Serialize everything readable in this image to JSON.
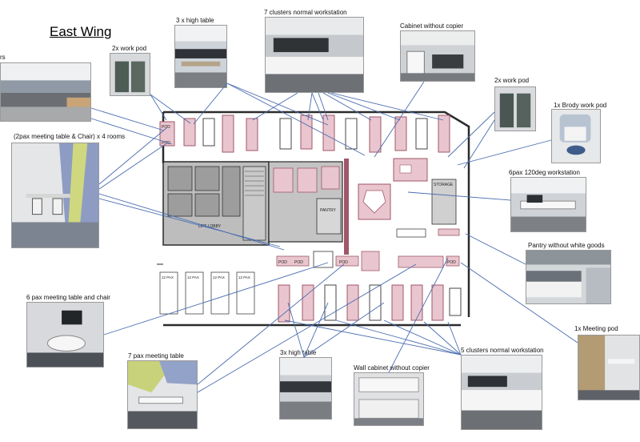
{
  "page": {
    "title": "East Wing"
  },
  "colors": {
    "leader": "#4a6db0",
    "highlight": "#e9c6cf",
    "highlight_stroke": "#a0576a",
    "wall": "#2b2b2b",
    "gray_zone": "#bdbdbd"
  },
  "callouts": {
    "rs_partial": "rs",
    "pax2_meeting": "(2pax meeting table & Chair) x 4 rooms",
    "work_pod_2x_left": "2x work pod",
    "high_table_3x_top": "3 x high table",
    "clusters_7": "7 clusters normal workstation",
    "cabinet_no_copier": "Cabinet without copier",
    "work_pod_2x_right": "2x work pod",
    "brody_pod": "1x Brody work  pod",
    "pax6_120deg": "6pax 120deg workstation",
    "pantry": "Pantry without white goods",
    "meeting_pod": "1x Meeting pod",
    "pax6_meeting": "6 pax meeting table and chair",
    "pax7_meeting": "7 pax meeting table",
    "high_table_3x_bottom": "3x high table",
    "wall_cabinet": "Wall cabinet without copier",
    "clusters_5": "5 clusters normal workstation"
  },
  "plan_labels": {
    "pod_a": "POD",
    "pod_b": "POD",
    "pod_c": "POD",
    "pod_d": "POD",
    "pod_e": "POD",
    "pod_f": "POD",
    "pax_a": "12 PAX",
    "pax_b": "12 PAX",
    "pax_c": "12 PAX",
    "pax_d": "12 PAX",
    "storage": "STORAGE",
    "lift_lobby": "LIFT LOBBY",
    "pantry": "PANTRY"
  }
}
